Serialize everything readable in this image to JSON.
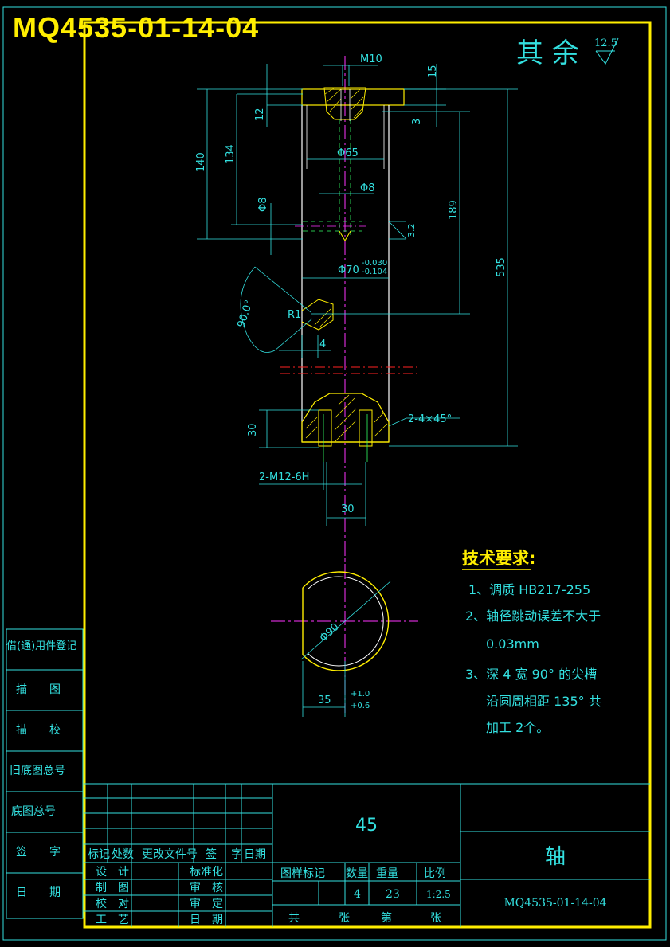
{
  "header": {
    "drawing_code": "MQ4535-01-14-04"
  },
  "roughness": {
    "label": "其 余",
    "value": "12.5"
  },
  "dims": {
    "m10": "M10",
    "d15": "15",
    "d12": "12",
    "d3": "3",
    "d140": "140",
    "d134": "134",
    "d65": "Φ65",
    "d8a": "Φ8",
    "d8b": "Φ8",
    "d189": "189",
    "d32": "3.2",
    "d535": "535",
    "d70": "Φ70",
    "tol70_up": "-0.030",
    "tol70_lo": "-0.104",
    "angle": "90.0°",
    "r1": "R1",
    "d4": "4",
    "d30v": "30",
    "chamfer": "2-4×45°",
    "m12": "2-M12-6H",
    "d30h": "30",
    "d90": "Φ90",
    "d35": "35",
    "tol35_up": "+1.0",
    "tol35_lo": "+0.6"
  },
  "requirements": {
    "title": "技术要求:",
    "items": [
      "1、调质 HB217-255",
      "2、轴径跳动误差不大于",
      "0.03mm",
      "3、深 4 宽 90° 的尖槽",
      "沿圆周相距 135° 共",
      "加工 2个。"
    ]
  },
  "side_labels": [
    "借(通)用件登记",
    "描　　图",
    "描　　校",
    "旧底图总号",
    "底图总号",
    "签　　字",
    "日　　期"
  ],
  "titleblock": {
    "material": "45",
    "part_name": "轴",
    "part_code": "MQ4535-01-14-04",
    "rev_header": [
      "标记",
      "处数",
      "更改文件号",
      "签",
      "字",
      "日期"
    ],
    "roles": [
      "设　计",
      "制　图",
      "校　对",
      "工　艺"
    ],
    "roles2": [
      "标准化",
      "审　核",
      "审　定",
      "日　期"
    ],
    "spec_header": [
      "图样标记",
      "数量",
      "重量",
      "比例"
    ],
    "quantity": "4",
    "weight": "23",
    "scale": "1:2.5",
    "sheet_row": [
      "共",
      "张",
      "第",
      "张"
    ]
  }
}
